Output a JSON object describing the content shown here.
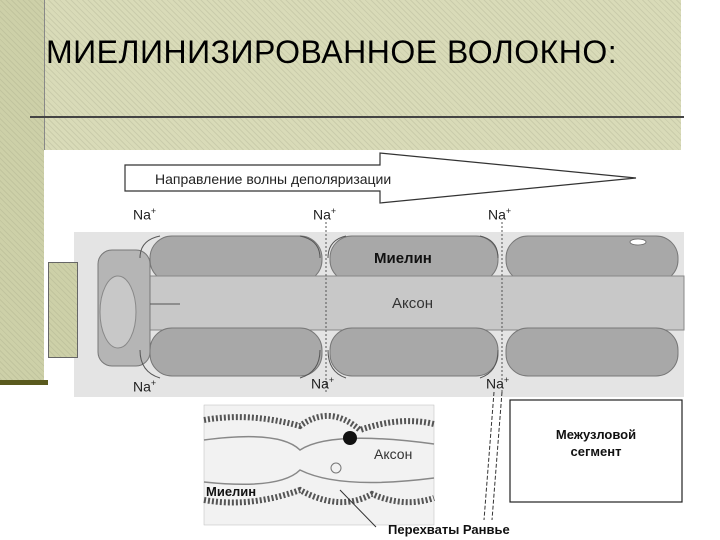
{
  "title": "МИЕЛИНИЗИРОВАННОЕ ВОЛОКНО:",
  "direction_label": "Направление волны деполяризации",
  "myelin_label": "Миелин",
  "axon_label": "Аксон",
  "na_label": "Na",
  "na_charge": "+",
  "micro_axon_label": "Аксон",
  "micro_myelin_label": "Миелин",
  "internode_label_line1": "Межузловой",
  "internode_label_line2": "сегмент",
  "ranvier_label": "Перехваты Ранвье",
  "colors": {
    "slide_bg": "#d9dbb8",
    "myelin_fill": "#a8a8a8",
    "axon_fill": "#c8c8c8"
  }
}
